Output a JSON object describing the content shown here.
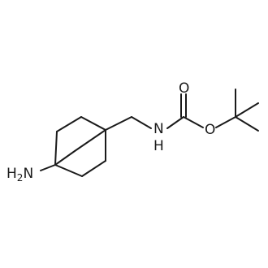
{
  "molecule": {
    "atoms": {
      "amine": {
        "text": "H",
        "subscript": "2",
        "suffix": "N"
      },
      "amide_n": {
        "text": "N"
      },
      "amide_h": {
        "text": "H"
      },
      "carbonyl_o": {
        "text": "O"
      },
      "ester_o": {
        "text": "O"
      }
    }
  }
}
